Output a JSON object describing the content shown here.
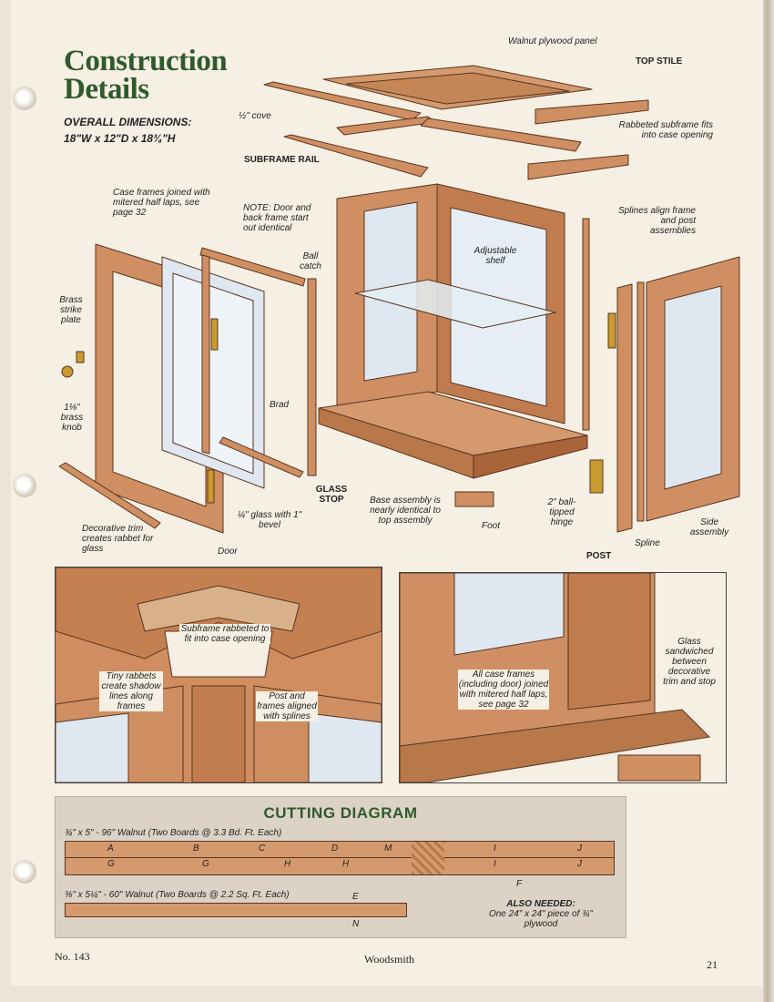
{
  "header": {
    "title_line1": "Construction",
    "title_line2": "Details",
    "dims_heading": "OVERALL DIMENSIONS:",
    "dims_value": "18\"W x 12\"D x 18¾\"H"
  },
  "callouts": {
    "walnut_panel": "Walnut plywood panel",
    "top_stile": "TOP STILE",
    "half_cove": "½\" cove",
    "rabbeted_subframe": "Rabbeted subframe fits into case opening",
    "subframe_rail": "SUBFRAME RAIL",
    "case_frames": "Case frames joined with mitered half laps, see page 32",
    "note_door": "NOTE: Door and back frame start out identical",
    "splines_align": "Splines align frame and post assemblies",
    "ball_catch": "Ball catch",
    "adjustable_shelf": "Adjustable shelf",
    "brass_strike": "Brass strike plate",
    "brass_knob": "1⅛\" brass knob",
    "brad": "Brad",
    "glass_stop": "GLASS STOP",
    "glass_bevel": "¼\" glass with 1\" bevel",
    "base_assembly": "Base assembly is nearly identical to top assembly",
    "foot": "Foot",
    "ball_hinge": "2\" ball-tipped hinge",
    "side_assembly": "Side assembly",
    "spline": "Spline",
    "post": "POST",
    "decorative_trim": "Decorative trim creates rabbet for glass",
    "door": "Door"
  },
  "detail_left": {
    "subframe": "Subframe rabbeted to fit into case opening",
    "tiny_rabbets": "Tiny rabbets create shadow lines along frames",
    "post_frames": "Post and frames aligned with splines"
  },
  "detail_right": {
    "glass_sandwiched": "Glass sandwiched between decorative trim and stop",
    "all_case_frames": "All case frames (including door) joined with mitered half laps, see page 32"
  },
  "cutting": {
    "title": "CUTTING DIAGRAM",
    "board1_spec": "¾\" x 5\" - 96\" Walnut (Two Boards @ 3.3 Bd. Ft. Each)",
    "board2_spec": "⅜\" x 5¼\" - 60\" Walnut (Two Boards @ 2.2 Sq. Ft. Each)",
    "board1_top": [
      "A",
      "B",
      "C",
      "D",
      "M",
      "I",
      "J"
    ],
    "board1_bottom": [
      "G",
      "G",
      "H",
      "H",
      "I",
      "J"
    ],
    "board1_f": "F",
    "board2": [
      "E",
      "N"
    ],
    "also_needed_head": "ALSO NEEDED:",
    "also_needed_body": "One 24\" x 24\" piece of ¾\" plywood"
  },
  "footer": {
    "issue": "No. 143",
    "magazine": "Woodsmith",
    "page": "21"
  },
  "colors": {
    "wood": "#cf8f62",
    "wood_dark": "#a9643a",
    "glass": "#dfe7f0",
    "title_green": "#2f5a2c"
  }
}
